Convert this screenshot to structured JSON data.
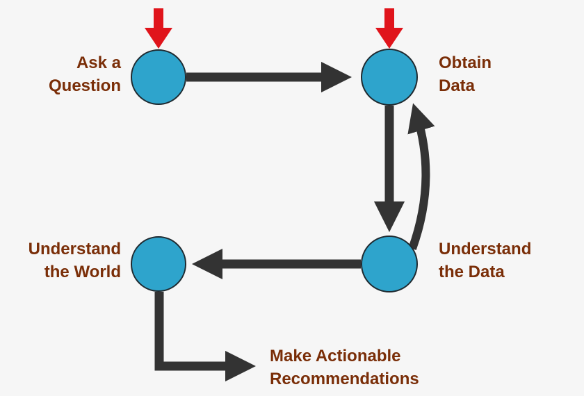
{
  "nodes": {
    "ask_question": {
      "line1": "Ask a",
      "line2": "Question"
    },
    "obtain_data": {
      "line1": "Obtain",
      "line2": "Data"
    },
    "understand_data": {
      "line1": "Understand",
      "line2": "the Data"
    },
    "understand_world": {
      "line1": "Understand",
      "line2": "the World"
    },
    "recommendations": {
      "line1": "Make Actionable",
      "line2": "Recommendations"
    }
  },
  "colors": {
    "background": "#f6f6f6",
    "node_fill": "#2ea4cc",
    "node_stroke": "#1f2a30",
    "connector": "#333333",
    "entry_arrow": "#e0141b",
    "label_text": "#7a2e08"
  }
}
